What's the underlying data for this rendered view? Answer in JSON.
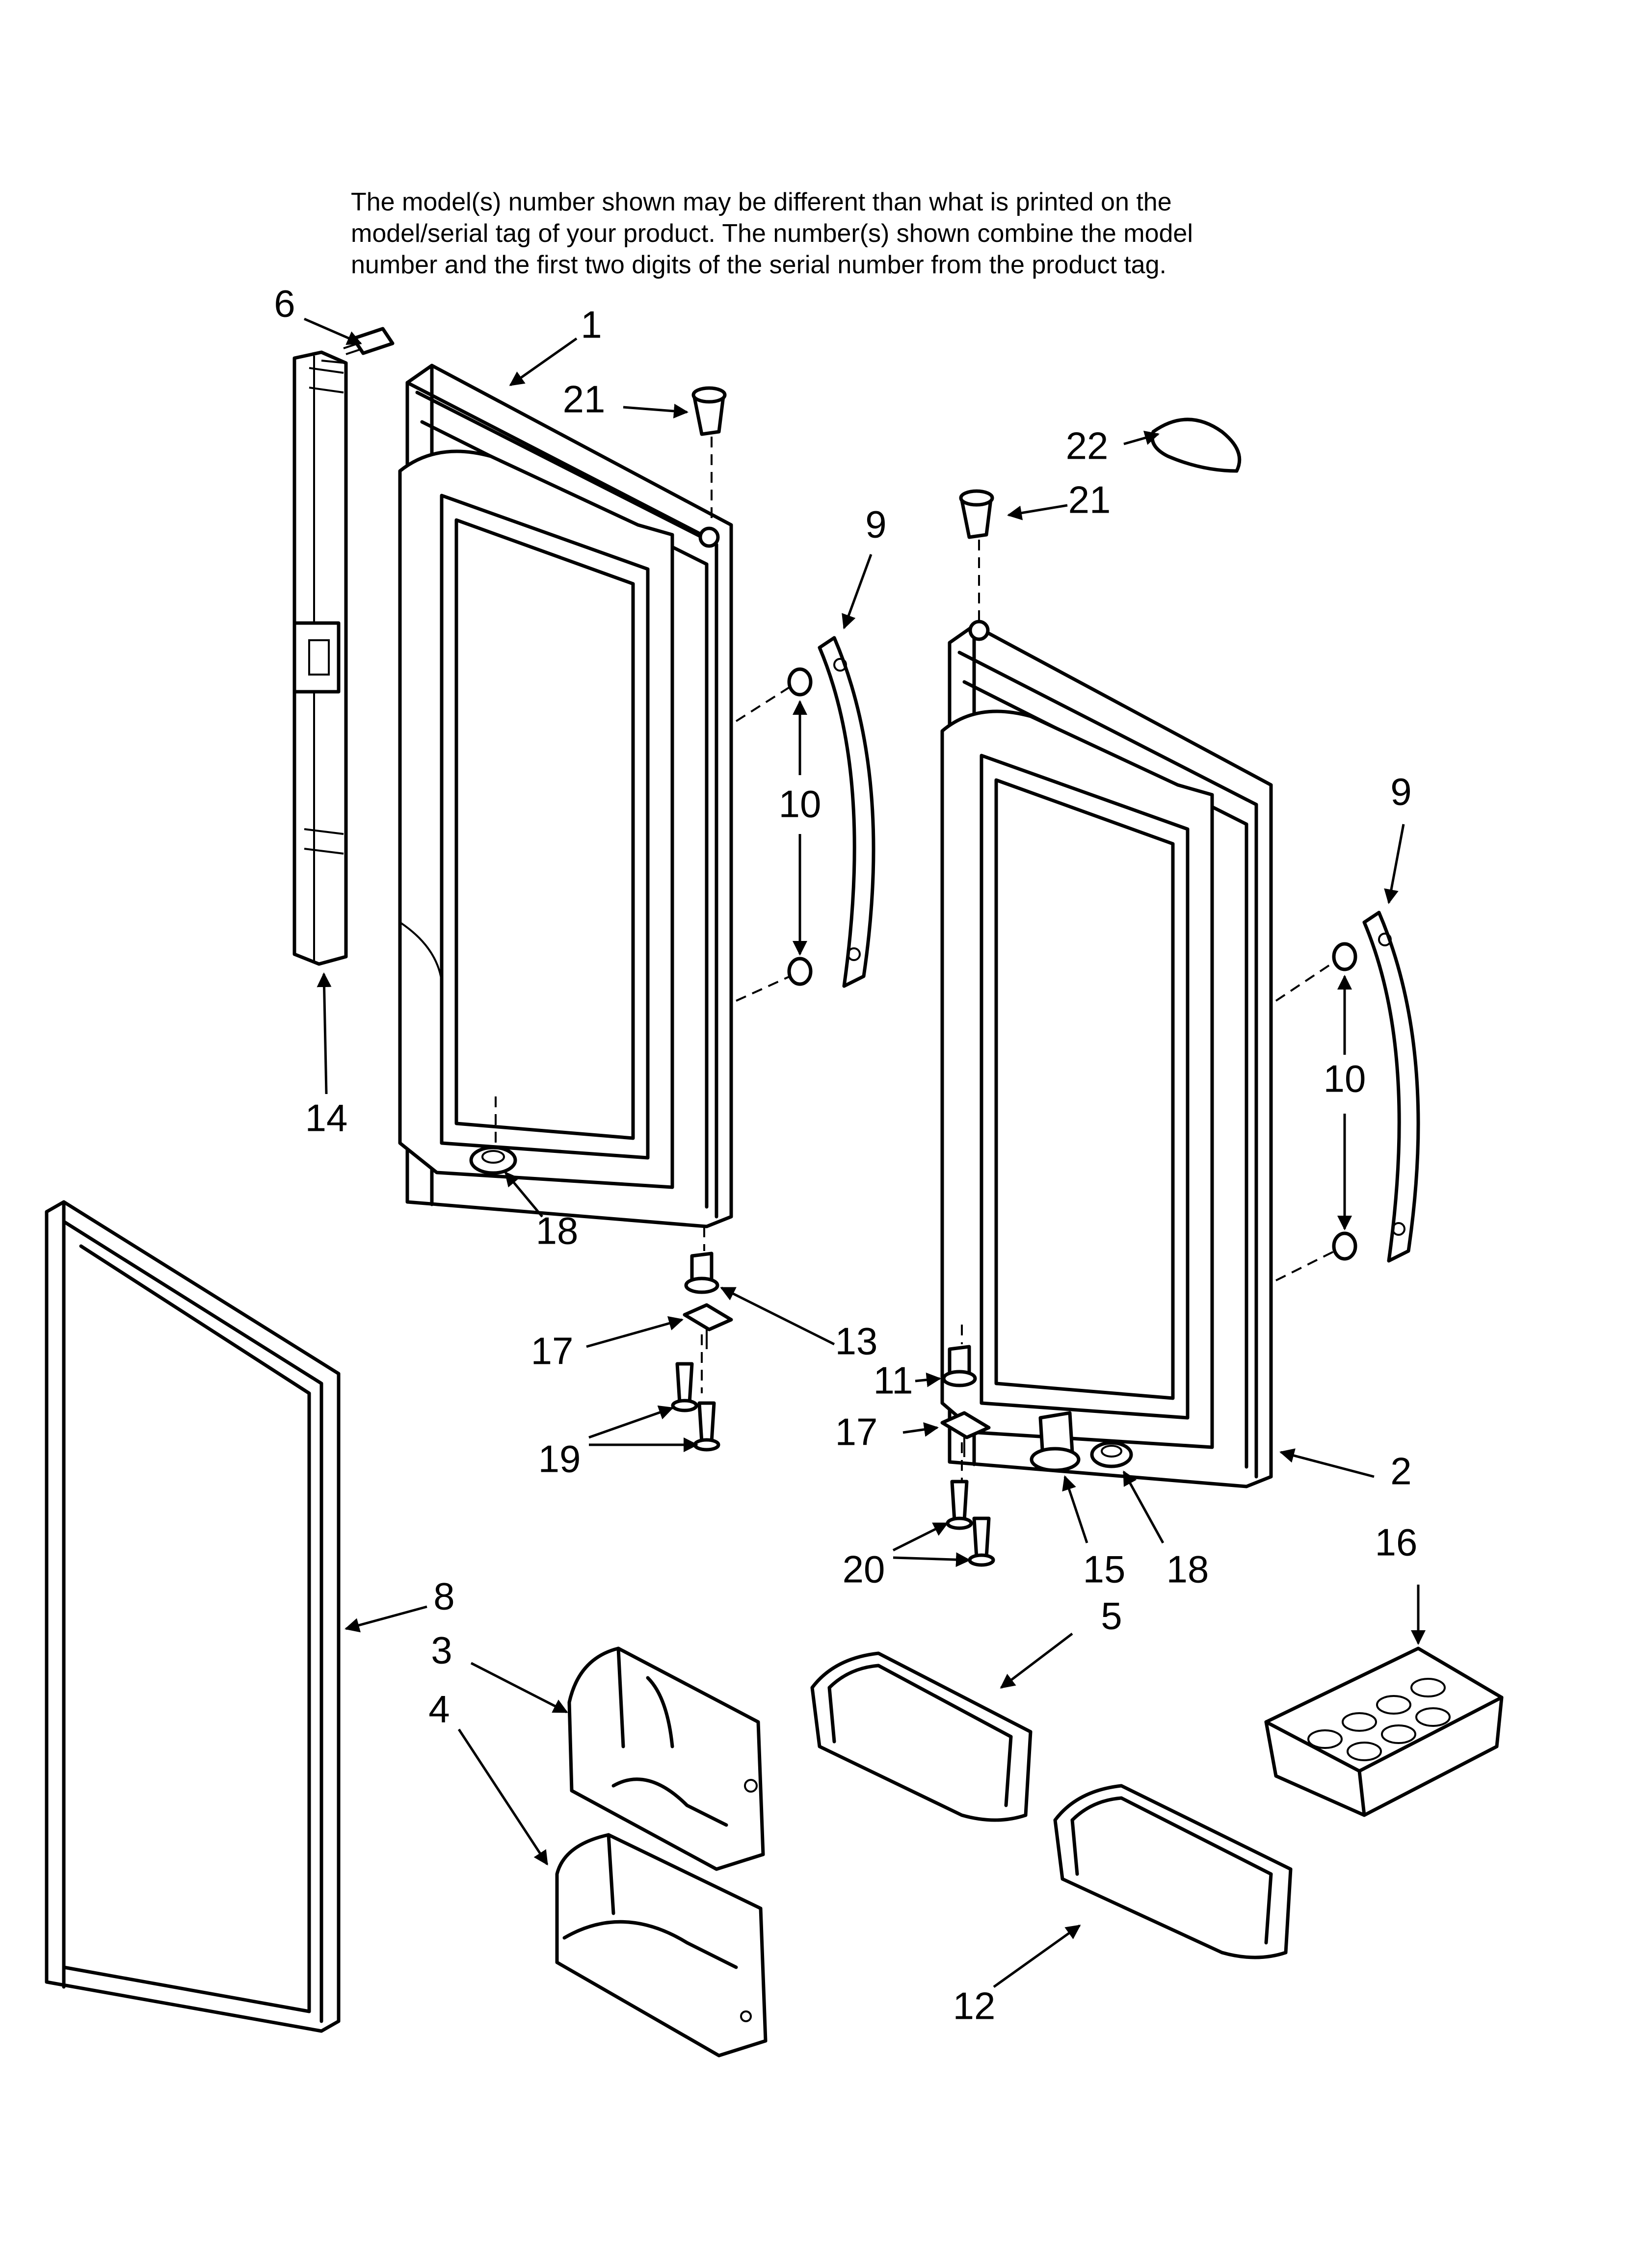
{
  "note_lines": [
    "The model(s) number shown may be different than what is printed on the",
    "model/serial tag of your product. The number(s) shown combine the model",
    "number and the first two digits of the serial number from the product tag."
  ],
  "callouts": [
    {
      "id": "c1",
      "label": "1"
    },
    {
      "id": "c2",
      "label": "2"
    },
    {
      "id": "c3",
      "label": "3"
    },
    {
      "id": "c4",
      "label": "4"
    },
    {
      "id": "c5",
      "label": "5"
    },
    {
      "id": "c6",
      "label": "6"
    },
    {
      "id": "c8",
      "label": "8"
    },
    {
      "id": "c9a",
      "label": "9"
    },
    {
      "id": "c9b",
      "label": "9"
    },
    {
      "id": "c10a",
      "label": "10"
    },
    {
      "id": "c10b",
      "label": "10"
    },
    {
      "id": "c11",
      "label": "11"
    },
    {
      "id": "c12",
      "label": "12"
    },
    {
      "id": "c13",
      "label": "13"
    },
    {
      "id": "c14",
      "label": "14"
    },
    {
      "id": "c15",
      "label": "15"
    },
    {
      "id": "c16",
      "label": "16"
    },
    {
      "id": "c17a",
      "label": "17"
    },
    {
      "id": "c17b",
      "label": "17"
    },
    {
      "id": "c18a",
      "label": "18"
    },
    {
      "id": "c18b",
      "label": "18"
    },
    {
      "id": "c19",
      "label": "19"
    },
    {
      "id": "c20",
      "label": "20"
    },
    {
      "id": "c21a",
      "label": "21"
    },
    {
      "id": "c21b",
      "label": "21"
    },
    {
      "id": "c22",
      "label": "22"
    }
  ]
}
